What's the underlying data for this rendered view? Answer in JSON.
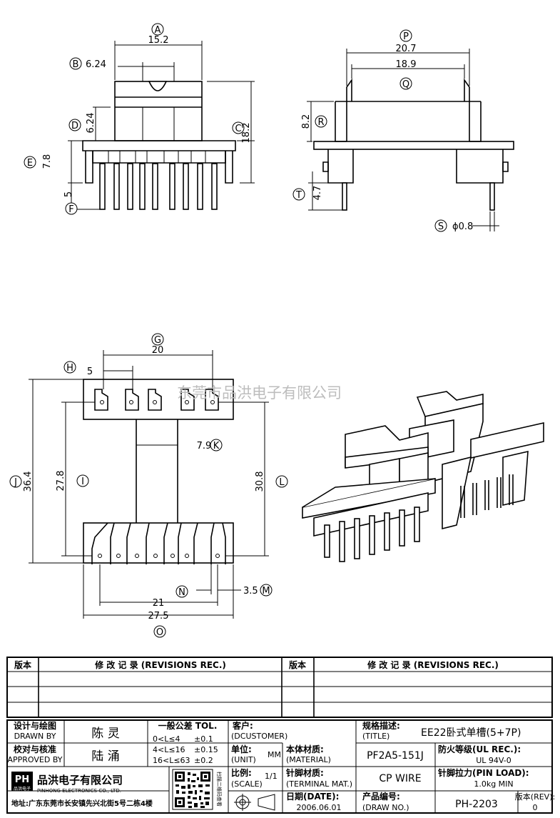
{
  "watermark": "东莞市品洪电子有限公司",
  "views": {
    "front": {
      "A": {
        "letter": "A",
        "value": "15.2"
      },
      "B": {
        "letter": "B",
        "value": "6.24"
      },
      "C": {
        "letter": "C",
        "value": "18.2"
      },
      "D": {
        "letter": "D",
        "value": "6.24"
      },
      "E": {
        "letter": "E",
        "value": "7.8"
      },
      "F": {
        "letter": "F",
        "value": "5"
      }
    },
    "side": {
      "P": {
        "letter": "P",
        "value": "20.7"
      },
      "Q": {
        "letter": "Q",
        "value": "18.9"
      },
      "R": {
        "letter": "R",
        "value": "8.2"
      },
      "T": {
        "letter": "T",
        "value": "4.7"
      },
      "S": {
        "letter": "S",
        "value": "ϕ0.8"
      }
    },
    "bottom": {
      "G": {
        "letter": "G",
        "value": "20"
      },
      "H": {
        "letter": "H",
        "value": "5"
      },
      "K": {
        "letter": "K",
        "value": "7.9"
      },
      "J": {
        "letter": "J",
        "value": "36.4"
      },
      "I": {
        "letter": "I",
        "value": "27.8"
      },
      "L": {
        "letter": "L",
        "value": "30.8"
      },
      "N": {
        "letter": "N",
        "value": "21"
      },
      "M": {
        "letter": "M",
        "value": "3.5"
      },
      "O": {
        "letter": "O",
        "value": "27.5"
      }
    }
  },
  "revisions": {
    "col_version": "版本",
    "col_record": "修 改 记 录 (REVISIONS REC.)"
  },
  "title_block": {
    "designed_by_label": "设计与绘图",
    "designed_by_label_en": "DRAWN BY",
    "designed_by": "陈 灵",
    "approved_by_label": "校对与核准",
    "approved_by_label_en": "APPROVED BY",
    "approved_by": "陆 涌",
    "tol_title": "一般公差 TOL.",
    "tol_rows": [
      {
        "range": "0<L≤4",
        "tol": "±0.1"
      },
      {
        "range": "4<L≤16",
        "tol": "±0.15"
      },
      {
        "range": "16<L≤63",
        "tol": "±0.2"
      }
    ],
    "customer_label": "客户:",
    "customer_label_en": "(DCUSTOMER)",
    "unit_label": "单位:",
    "unit_label_en": "(UNIT)",
    "unit": "MM",
    "scale_label": "比例:",
    "scale_label_en": "(SCALE)",
    "scale": "1/1",
    "title_label": "规格描述:",
    "title_label_en": "(TITLE)",
    "title": "EE22卧式单槽(5+7P)",
    "material_label": "本体材质:",
    "material_label_en": "(MATERIAL)",
    "material": "PF2A5-151J",
    "fire_label": "防火等级(UL REC.):",
    "fire_value": "UL 94V-0",
    "terminal_label": "针脚材质:",
    "terminal_label_en": "(TERMINAL MAT.)",
    "terminal": "CP WIRE",
    "pinload_label": "针脚拉力(PIN LOAD):",
    "pinload_value": "1.0kg MIN",
    "date_label": "日期(DATE):",
    "date": "2006.06.01",
    "drawno_label": "产品编号:",
    "drawno_label_en": "(DRAW NO.)",
    "drawno": "PH-2203",
    "rev_label": "版本(REV):",
    "rev": "0",
    "company_logo": "PH",
    "company_logo_sub": "品洪电子",
    "company_name": "品洪电子有限公司",
    "company_name_en": "PINHONG ELECTRONICS CO., LTD.",
    "address": "地址:广东东莞市长安镇先兴北街5号二栋4楼",
    "qr_caption": "扫描二维码查看"
  }
}
